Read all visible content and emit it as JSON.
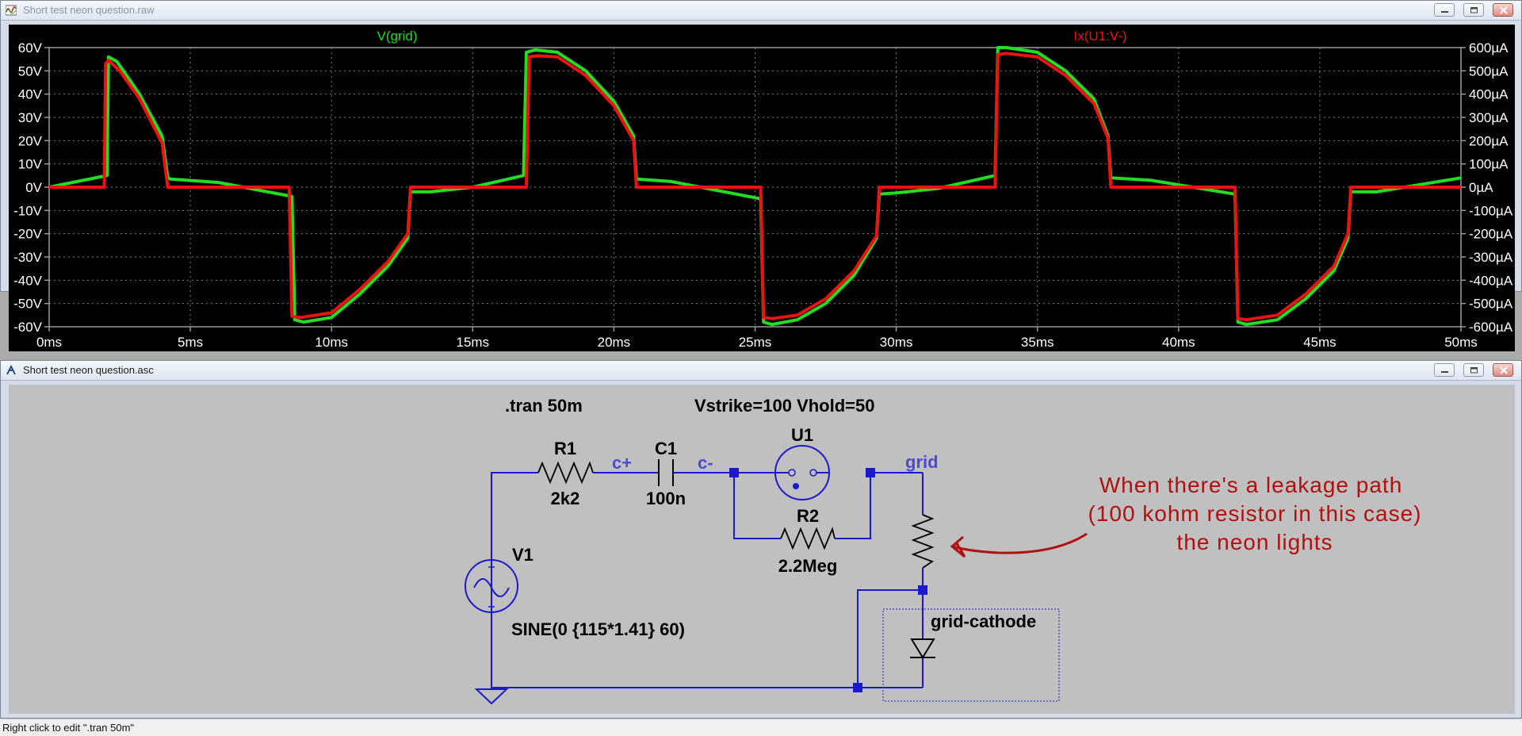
{
  "waveform_window": {
    "title": "Short test neon question.raw"
  },
  "schematic_window": {
    "title": "Short test neon question.asc"
  },
  "chart_data": {
    "type": "line",
    "xlim": [
      0,
      50
    ],
    "ylim_left": [
      -60,
      60
    ],
    "ylim_right": [
      -600,
      600
    ],
    "x_ticks": [
      "0ms",
      "5ms",
      "10ms",
      "15ms",
      "20ms",
      "25ms",
      "30ms",
      "35ms",
      "40ms",
      "45ms",
      "50ms"
    ],
    "y_left_ticks": [
      "60V",
      "50V",
      "40V",
      "30V",
      "20V",
      "10V",
      "0V",
      "-10V",
      "-20V",
      "-30V",
      "-40V",
      "-50V",
      "-60V"
    ],
    "y_right_ticks": [
      "600µA",
      "500µA",
      "400µA",
      "300µA",
      "200µA",
      "100µA",
      "0µA",
      "-100µA",
      "-200µA",
      "-300µA",
      "-400µA",
      "-500µA",
      "-600µA"
    ],
    "grid": true,
    "legend_placement": "top",
    "series": [
      {
        "name": "V(grid)",
        "axis": "left",
        "color": "#22dd22",
        "x": [
          0,
          2.05,
          2.1,
          2.4,
          3.2,
          4.0,
          4.2,
          4.3,
          6.0,
          8.6,
          8.7,
          9.0,
          10.0,
          11.0,
          12.0,
          12.7,
          12.8,
          13.5,
          15.0,
          16.8,
          16.9,
          17.2,
          18.0,
          19.0,
          20.0,
          20.7,
          20.8,
          22.0,
          25.2,
          25.3,
          25.6,
          26.5,
          27.5,
          28.5,
          29.3,
          29.4,
          30.0,
          31.5,
          33.5,
          33.6,
          33.9,
          35.0,
          36.0,
          37.0,
          37.5,
          37.6,
          39.0,
          42.0,
          42.1,
          42.4,
          43.5,
          44.5,
          45.5,
          46.0,
          46.1,
          47.0,
          50.0
        ],
        "y": [
          0,
          5,
          56,
          54,
          40,
          22,
          4,
          3.5,
          2,
          -4,
          -57,
          -58,
          -56,
          -46,
          -34,
          -22,
          -2,
          -2,
          0,
          5,
          58,
          59,
          58,
          50,
          37,
          22,
          3.5,
          2.5,
          -5,
          -58,
          -59,
          -57,
          -50,
          -38,
          -22,
          -3,
          -2.5,
          -0.5,
          5,
          60,
          60,
          58,
          50,
          38,
          22,
          4,
          3,
          -3,
          -58,
          -59,
          -57,
          -48,
          -36,
          -22,
          -2,
          -2,
          4
        ]
      },
      {
        "name": "Ix(U1:V-)",
        "axis": "right",
        "color": "#ee1111",
        "x": [
          0,
          1.95,
          2.0,
          2.1,
          2.5,
          3.2,
          4.0,
          4.2,
          4.3,
          8.5,
          8.6,
          8.9,
          10.0,
          11.0,
          12.0,
          12.7,
          12.8,
          16.9,
          17.0,
          17.3,
          18.0,
          19.0,
          20.0,
          20.7,
          20.8,
          25.2,
          25.3,
          25.6,
          26.5,
          27.5,
          28.5,
          29.3,
          29.4,
          33.5,
          33.6,
          33.9,
          35.0,
          36.0,
          37.0,
          37.5,
          37.6,
          42.0,
          42.1,
          42.4,
          43.5,
          44.5,
          45.5,
          46.0,
          46.1,
          50.0
        ],
        "y": [
          0,
          0,
          530,
          545,
          500,
          380,
          190,
          0,
          0,
          0,
          -555,
          -560,
          -540,
          -440,
          -320,
          -200,
          0,
          0,
          560,
          565,
          560,
          480,
          350,
          200,
          0,
          0,
          -560,
          -565,
          -550,
          -480,
          -360,
          -210,
          0,
          0,
          570,
          575,
          560,
          480,
          360,
          210,
          0,
          0,
          -565,
          -570,
          -550,
          -460,
          -340,
          -200,
          0,
          0
        ]
      }
    ]
  },
  "schematic": {
    "directive_tran": ".tran 50m",
    "param_text": "Vstrike=100 Vhold=50",
    "r1_name": "R1",
    "r1_value": "2k2",
    "c1_name": "C1",
    "c1_value": "100n",
    "u1_name": "U1",
    "r2_name": "R2",
    "r2_value": "2.2Meg",
    "v1_name": "V1",
    "v1_value": "SINE(0 {115*1.41} 60)",
    "net_cplus": "c+",
    "net_cminus": "c-",
    "net_grid": "grid",
    "diode_label": "grid-cathode",
    "annotation": [
      "When there's a leakage path",
      "(100 kohm resistor in this case)",
      "the neon lights"
    ],
    "wire_color": "#1a1acc",
    "annotation_color": "#b01010"
  },
  "status_bar": {
    "text": "Right click to edit \".tran 50m\""
  }
}
